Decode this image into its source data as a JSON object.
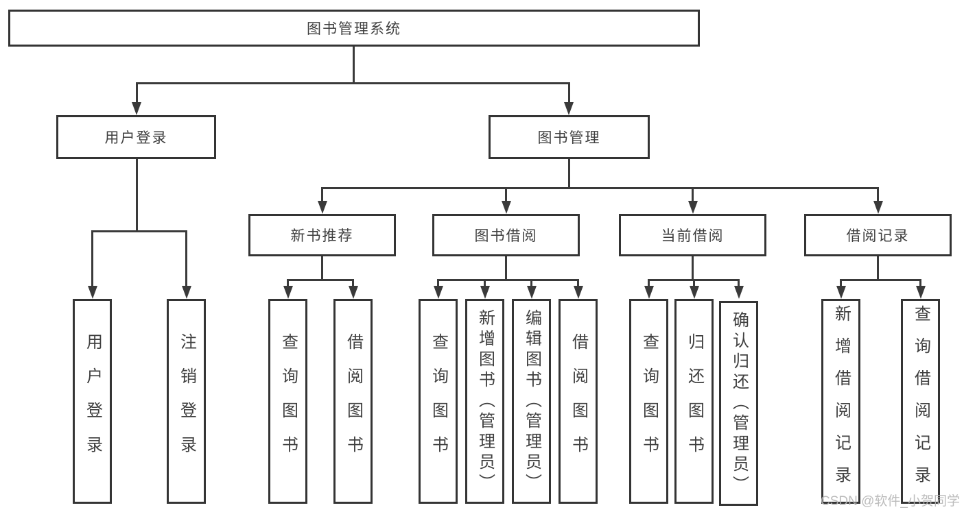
{
  "diagram": {
    "root": {
      "label": "图书管理系统"
    },
    "branches": [
      {
        "label": "用户登录",
        "children": [
          {
            "label": "用户登录"
          },
          {
            "label": "注销登录"
          }
        ]
      },
      {
        "label": "图书管理",
        "children": [
          {
            "label": "新书推荐",
            "children": [
              {
                "label": "查询图书"
              },
              {
                "label": "借阅图书"
              }
            ]
          },
          {
            "label": "图书借阅",
            "children": [
              {
                "label": "查询图书"
              },
              {
                "label": "新增图书（管理员）"
              },
              {
                "label": "编辑图书（管理员）"
              },
              {
                "label": "借阅图书"
              }
            ]
          },
          {
            "label": "当前借阅",
            "children": [
              {
                "label": "查询图书"
              },
              {
                "label": "归还图书"
              },
              {
                "label": "确认归还（管理员）"
              }
            ]
          },
          {
            "label": "借阅记录",
            "children": [
              {
                "label": "新增借阅记录"
              },
              {
                "label": "查询借阅记录"
              }
            ]
          }
        ]
      }
    ],
    "line_color": "#3a3a3a",
    "border_color": "#343434",
    "text_color": "#3f3f3f"
  },
  "watermark": {
    "text": "CSDN @软件_小贺同学",
    "color": "#b5b5b5"
  }
}
